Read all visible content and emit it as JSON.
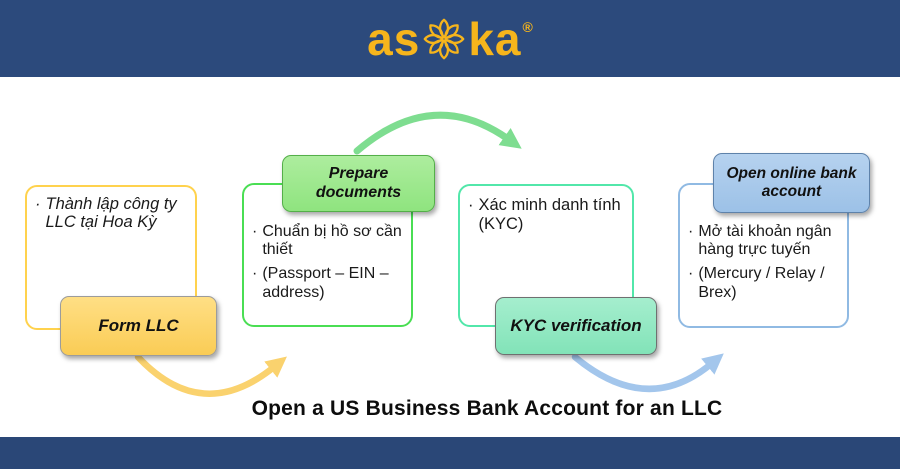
{
  "banner": {
    "logo_prefix": "as",
    "logo_suffix": "ka",
    "registered_mark": "®"
  },
  "title": "Open a US Business Bank Account for an LLC",
  "bullet_char": "·",
  "steps": [
    {
      "id": "form-llc",
      "label": "Form LLC",
      "bullets": [
        "Thành lập công ty LLC tại Hoa Kỳ"
      ],
      "accent_color": "#FFD24D",
      "label_fill": "#FACC55"
    },
    {
      "id": "prepare-documents",
      "label": "Prepare documents",
      "bullets": [
        "Chuẩn bị hồ sơ cần thiết",
        "(Passport – EIN – address)"
      ],
      "accent_color": "#4ADE53",
      "label_fill": "#8FE47F"
    },
    {
      "id": "kyc-verification",
      "label": "KYC verification",
      "bullets": [
        "Xác minh danh tính (KYC)"
      ],
      "accent_color": "#52E7AA",
      "label_fill": "#82E3B8"
    },
    {
      "id": "open-online-bank-account",
      "label": "Open online bank account",
      "bullets": [
        "Mở tài khoản ngân hàng trực tuyến",
        "(Mercury / Relay / Brex)"
      ],
      "accent_color": "#90BAE3",
      "label_fill": "#9CC1E7"
    }
  ],
  "colors": {
    "banner_navy_top": "#2C4A7C",
    "banner_navy_bottom": "#2A4777",
    "logo_gold": "#F6B51C",
    "arrow_green": "#7EDD90",
    "arrow_yellow": "#FAD26E",
    "arrow_blue": "#A3C6EC",
    "title_text": "#0D0D0D"
  }
}
